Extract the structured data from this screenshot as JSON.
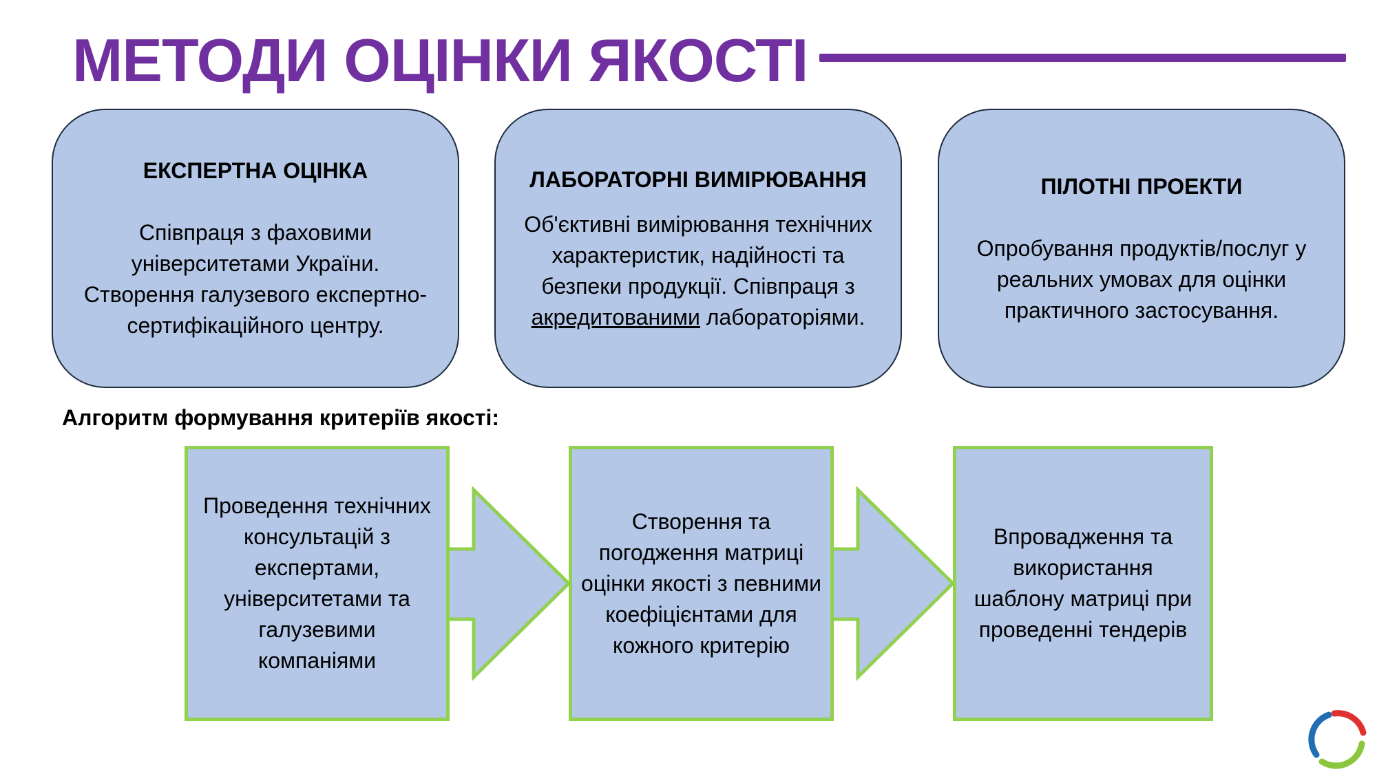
{
  "title": "МЕТОДИ ОЦІНКИ ЯКОСТІ",
  "cards": [
    {
      "title": "ЕКСПЕРТНА ОЦІНКА",
      "text": "Співпраця з фаховими університетами України. Створення галузевого експертно-сертифікаційного центру."
    },
    {
      "title": "ЛАБОРАТОРНІ ВИМІРЮВАННЯ",
      "text_before": "Об'єктивні вимірювання технічних характеристик, надійності та безпеки продукції. Співпраця з ",
      "text_underlined": "акредитованими",
      "text_after": " лабораторіями."
    },
    {
      "title": "ПІЛОТНІ ПРОЕКТИ",
      "text": "Опробування продуктів/послуг у реальних умовах для оцінки практичного застосування."
    }
  ],
  "algorithm": {
    "heading": "Алгоритм формування критеріїв якості:",
    "steps": [
      "Проведення технічних консультацій з експертами, університетами та галузевими компаніями",
      "Створення та погодження матриці оцінки якості з певними коефіцієнтами для кожного критерію",
      "Впровадження та використання шаблону матриці при проведенні тендерів"
    ]
  },
  "colors": {
    "title": "#7030a0",
    "card_fill": "#b4c7e7",
    "card_border": "#1f2d3d",
    "step_border": "#92d050",
    "logo_blue": "#1f6fb2",
    "logo_red": "#e03131",
    "logo_green": "#8cc63f"
  }
}
